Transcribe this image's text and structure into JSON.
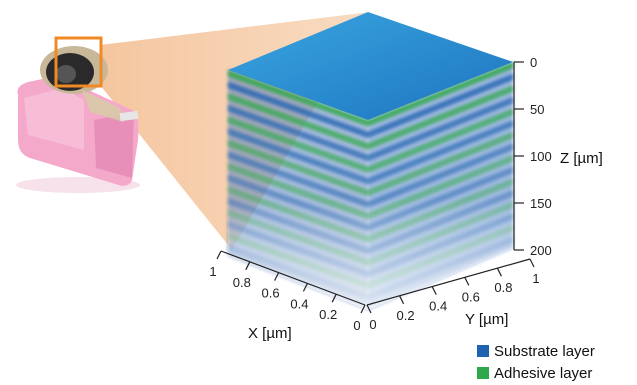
{
  "z_axis": {
    "label": "Z [µm]",
    "ticks": [
      "0",
      "50",
      "100",
      "150",
      "200"
    ]
  },
  "x_axis": {
    "label": "X [µm]",
    "ticks": [
      "1",
      "0.8",
      "0.6",
      "0.4",
      "0.2",
      "0"
    ]
  },
  "y_axis": {
    "label": "Y [µm]",
    "ticks": [
      "0",
      "0.2",
      "0.4",
      "0.6",
      "0.8",
      "1"
    ]
  },
  "legend": [
    {
      "label": "Substrate layer",
      "color": "#1f63b0"
    },
    {
      "label": "Adhesive layer",
      "color": "#2fa84a"
    }
  ],
  "colors": {
    "substrate": "#1f63b0",
    "substrate_top": "#2b8fd3",
    "adhesive": "#2fa84a",
    "zoom_cone": "#f6cda8",
    "highlight_box": "#f08a24",
    "dispenser": "#f2a8c9"
  }
}
